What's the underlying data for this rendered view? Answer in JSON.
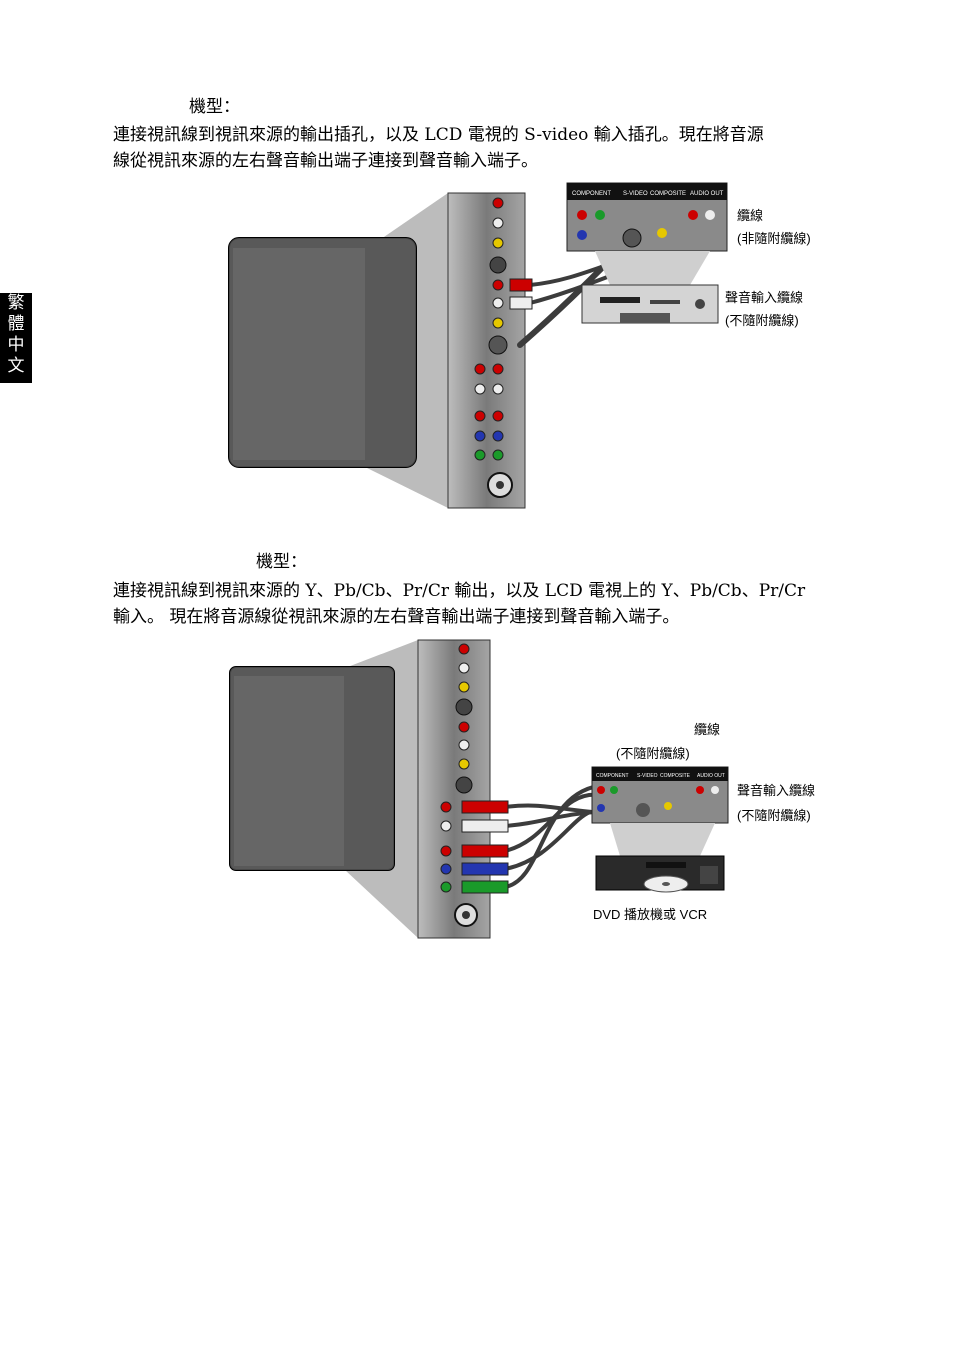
{
  "side_tab": [
    "繁",
    "體",
    "中",
    "文"
  ],
  "section1": {
    "heading": "機型：",
    "para_lines": [
      "連接視訊線到視訊來源的輸出插孔，以及  LCD  電視的  S-video  輸入插孔。現在將音源",
      "線從視訊來源的左右聲音輸出端子連接到聲音輸入端子。"
    ],
    "panel_headers": [
      "COMPONENT",
      "S-VIDEO",
      "COMPOSITE",
      "AUDIO OUT"
    ],
    "labels": {
      "cable": "纜線",
      "cable_note": "(非隨附纜線)",
      "audio_cable": "聲音輸入纜線",
      "audio_cable_note": "(不隨附纜線)"
    }
  },
  "section2": {
    "heading": "機型：",
    "para_lines": [
      "連接視訊線到視訊來源的  Y、Pb/Cb、Pr/Cr  輸出，以及  LCD  電視上的  Y、Pb/Cb、Pr/Cr",
      "輸入。  現在將音源線從視訊來源的左右聲音輸出端子連接到聲音輸入端子。"
    ],
    "panel_headers": [
      "COMPONENT",
      "S-VIDEO",
      "COMPOSITE",
      "AUDIO OUT"
    ],
    "labels": {
      "cable": "纜線",
      "cable_note": "(不隨附纜線)",
      "audio_cable": "聲音輸入纜線",
      "audio_cable_note": "(不隨附纜線)",
      "device": "DVD  播放機或  VCR"
    }
  }
}
